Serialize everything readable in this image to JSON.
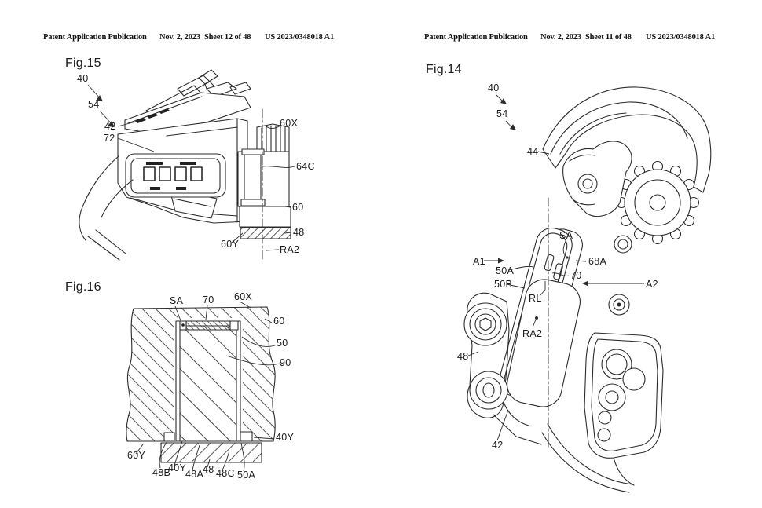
{
  "pages": [
    {
      "header": {
        "publication": "Patent Application Publication",
        "date": "Nov. 2, 2023",
        "sheet": "Sheet 12 of 48",
        "doc_number": "US 2023/0348018 A1"
      },
      "figures": [
        {
          "name": "Fig.15",
          "labels": {
            "ref40": "40",
            "ref54": "54",
            "ref42": "42",
            "ref72": "72",
            "ref60X": "60X",
            "ref64C": "64C",
            "ref60": "60",
            "ref48": "48",
            "ref60Y": "60Y",
            "refRA2": "RA2"
          }
        },
        {
          "name": "Fig.16",
          "labels": {
            "refSA": "SA",
            "ref70": "70",
            "ref60X": "60X",
            "ref60": "60",
            "ref50": "50",
            "ref90": "90",
            "ref40Y_right": "40Y",
            "ref60Y": "60Y",
            "ref48B": "48B",
            "ref40Y_bottom": "40Y",
            "ref48A": "48A",
            "ref48": "48",
            "ref48C": "48C",
            "ref50A": "50A"
          }
        }
      ]
    },
    {
      "header": {
        "publication": "Patent Application Publication",
        "date": "Nov. 2, 2023",
        "sheet": "Sheet 11 of 48",
        "doc_number": "US 2023/0348018 A1"
      },
      "figures": [
        {
          "name": "Fig.14",
          "labels": {
            "ref40": "40",
            "ref54": "54",
            "ref44": "44",
            "refA1": "A1",
            "ref50A": "50A",
            "ref50B": "50B",
            "refSA": "SA",
            "ref68A": "68A",
            "ref70": "70",
            "refA2": "A2",
            "refRL": "RL",
            "refRA2": "RA2",
            "ref48": "48",
            "ref42": "42"
          }
        }
      ]
    }
  ]
}
